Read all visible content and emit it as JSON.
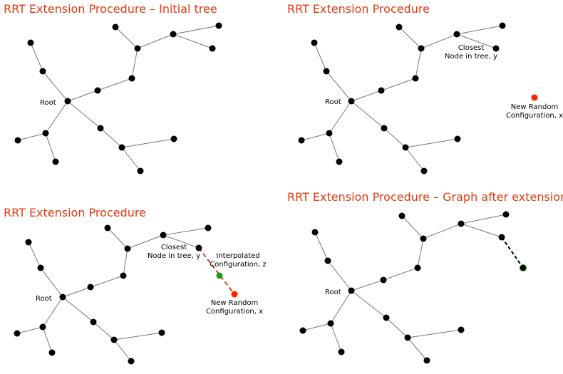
{
  "panels": [
    {
      "title": "RRT Extension Procedure – Initial tree"
    },
    {
      "title": "RRT Extension Procedure"
    },
    {
      "title": "RRT Extension Procedure"
    },
    {
      "title": "RRT Extension Procedure – Graph after extension"
    }
  ],
  "labels": {
    "root": "Root",
    "closest_line1": "Closest",
    "closest_line2": "Node in tree, y",
    "random_line1": "New Random",
    "random_line2": "Configuration, x",
    "interp_line1": "Interpolated",
    "interp_line2": "Configuration, z"
  },
  "colors": {
    "title": "#e23a12",
    "node": "#000000",
    "edge": "#777777",
    "random_node": "#ff2200",
    "interpolated_node": "#1a9a1a",
    "extension_dash": "#e23a12",
    "new_edge_dash": "#000000"
  }
}
